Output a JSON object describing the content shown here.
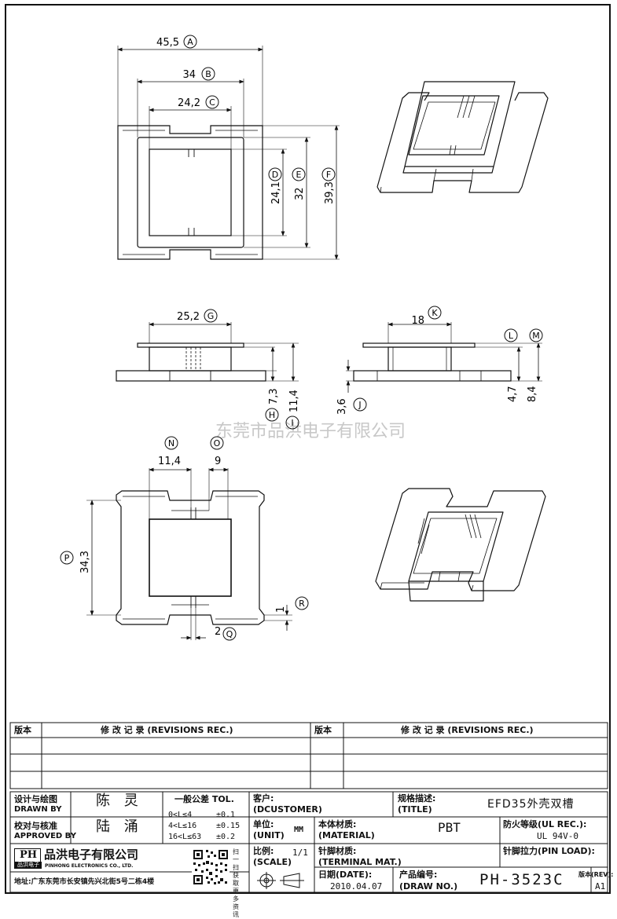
{
  "drawing": {
    "watermark": "东莞市品洪电子有限公司",
    "dimensions": [
      {
        "id": "A",
        "value": "45,5"
      },
      {
        "id": "B",
        "value": "34"
      },
      {
        "id": "C",
        "value": "24,2"
      },
      {
        "id": "D",
        "value": "24,1"
      },
      {
        "id": "E",
        "value": "32"
      },
      {
        "id": "F",
        "value": "39,3"
      },
      {
        "id": "G",
        "value": "25,2"
      },
      {
        "id": "H",
        "value": "7,3"
      },
      {
        "id": "I",
        "value": "11,4"
      },
      {
        "id": "J",
        "value": "3,6"
      },
      {
        "id": "K",
        "value": "18"
      },
      {
        "id": "L",
        "value": "4,7"
      },
      {
        "id": "M",
        "value": "8,4"
      },
      {
        "id": "N",
        "value": "11,4"
      },
      {
        "id": "O",
        "value": "9"
      },
      {
        "id": "P",
        "value": "34,3"
      },
      {
        "id": "Q",
        "value": "2"
      },
      {
        "id": "R",
        "value": "1"
      }
    ]
  },
  "revisions": {
    "ver_label": "版本",
    "rec_label": "修 改 记 录 (REVISIONS REC.)",
    "ver_label_2": "版本",
    "rec_label_2": "修 改 记 录 (REVISIONS REC.)"
  },
  "title_block": {
    "drawn_by_label_cn": "设计与绘图",
    "drawn_by_label_en": "DRAWN BY",
    "drawn_by": "陈 灵",
    "approved_label_cn": "校对与核准",
    "approved_label_en": "APPROVED BY",
    "approved_by": "陆 涌",
    "tol_title": "一般公差 TOL.",
    "tol_rows": [
      {
        "range": "0<L≤4",
        "tol": "±0.1"
      },
      {
        "range": "4<L≤16",
        "tol": "±0.15"
      },
      {
        "range": "16<L≤63",
        "tol": "±0.2"
      }
    ],
    "customer_label": "客户:",
    "customer_en": "(DCUSTOMER)",
    "title_label": "规格描述:",
    "title_en": "(TITLE)",
    "title_value": "EFD35外壳双槽",
    "unit_label": "单位:",
    "unit_en": "(UNIT)",
    "unit_value": "MM",
    "material_label": "本体材质:",
    "material_en": "(MATERIAL)",
    "material_value": "PBT",
    "fire_label": "防火等级(UL REC.):",
    "fire_value": "UL 94V-0",
    "scale_label": "比例:",
    "scale_en": "(SCALE)",
    "scale_value": "1/1",
    "terminal_label": "针脚材质:",
    "terminal_en": "(TERMINAL MAT.)",
    "pinload_label": "针脚拉力(PIN LOAD):",
    "date_label": "日期(DATE):",
    "date_value": "2010.04.07",
    "drawno_label": "产品编号:",
    "drawno_en": "(DRAW NO.)",
    "drawno_value": "PH-3523C",
    "rev_label": "版本(REV):",
    "rev_value": "A1",
    "company_cn": "品洪电子有限公司",
    "company_en": "PINHONG ELECTRONICS CO., LTD.",
    "logo_text": "PH",
    "logo_sub": "品洪电子",
    "address": "地址:广东东莞市长安镇先兴北街5号二栋4楼",
    "qr_note": "扫一扫 获取 更多 资讯"
  }
}
